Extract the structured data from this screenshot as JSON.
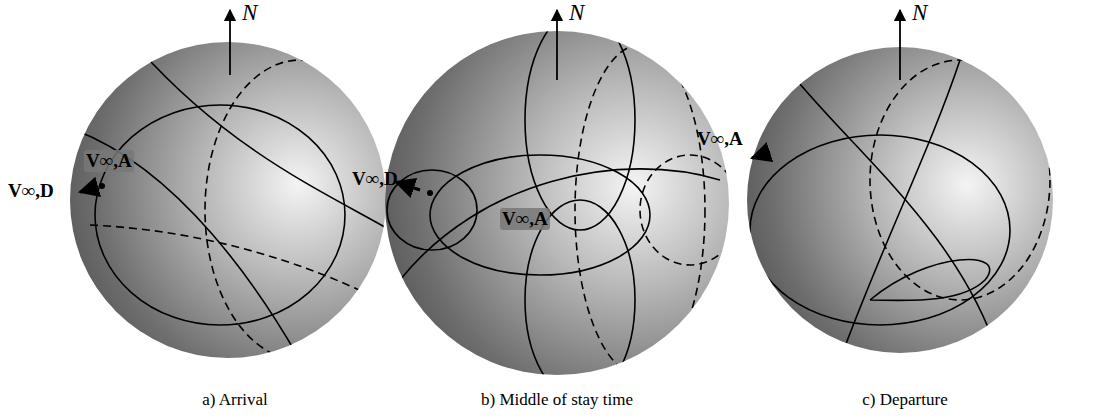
{
  "diagram": {
    "labels": [
      "N",
      "N",
      "N",
      "V∞,A",
      "V∞,D",
      "V∞,D",
      "V∞,A",
      "V∞,A",
      "a) Arrival",
      "b) Middle of stay time",
      "c) Departure"
    ]
  }
}
